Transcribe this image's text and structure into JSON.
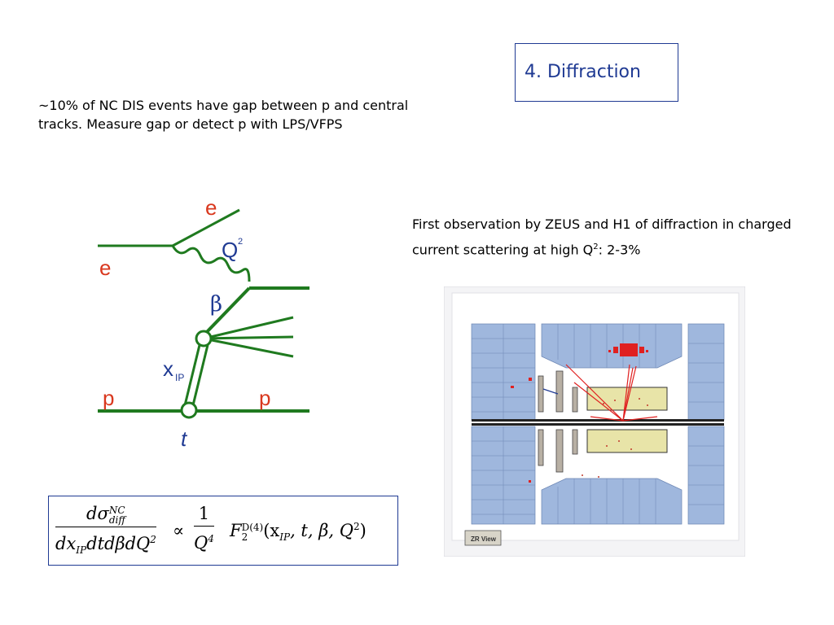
{
  "slide": {
    "title": "4. Diffraction",
    "intro_text": "~10% of NC DIS events have gap between p and central tracks. Measure gap or detect p with LPS/VFPS",
    "observation_text_main": "First observation by ZEUS and H1 of diffraction in charged current scattering at high Q",
    "observation_sup": "2",
    "observation_tail": ":  2-3%"
  },
  "feynman": {
    "label_e_in": "e",
    "label_e_out": "e",
    "label_Q": "Q",
    "label_Q_sup": "2",
    "label_beta": "β",
    "label_xip": "x",
    "label_xip_sub": "IP",
    "label_p_in": "p",
    "label_p_out": "p",
    "label_t": "t",
    "colors": {
      "green": "#1f7a1f",
      "red": "#d9381e",
      "blue": "#1f3a93"
    }
  },
  "formula": {
    "lhs_num": "dσ",
    "lhs_num_sup": "NC",
    "lhs_num_sub": "diff",
    "lhs_den_a": "dx",
    "lhs_den_sub": "IP",
    "lhs_den_b": "dtdβdQ",
    "lhs_den_sup": "2",
    "propto": "∝",
    "rhs_num": "1",
    "rhs_den": "Q",
    "rhs_den_sup": "4",
    "func": "F",
    "func_sub": "2",
    "func_sup": "D(4)",
    "args": "(x",
    "args_sub": "IP",
    "args_rest": ", t, β, Q",
    "args_sup": "2",
    "args_close": ")"
  },
  "event_display": {
    "view_label": "ZR View",
    "colors": {
      "calorimeter": "#9fb7dd",
      "track": "#e02020",
      "bg": "#f4f4f6"
    }
  }
}
